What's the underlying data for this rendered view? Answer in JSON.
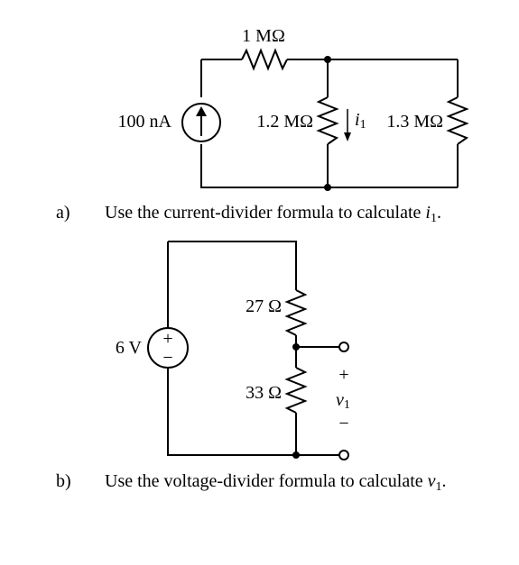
{
  "circuit_a": {
    "r_top": "1 MΩ",
    "source_label": "100 nA",
    "r_mid": "1.2 MΩ",
    "current_var": "i",
    "current_sub": "1",
    "r_right": "1.3 MΩ"
  },
  "label_a": "a)",
  "question_a_pre": "Use the current-divider formula to calculate ",
  "question_a_var": "i",
  "question_a_sub": "1",
  "question_a_post": ".",
  "circuit_b": {
    "r_top": "27 Ω",
    "r_bottom": "33 Ω",
    "source_label": "6 V",
    "plus": "+",
    "minus": "−",
    "v_var": "v",
    "v_sub": "1"
  },
  "label_b": "b)",
  "question_b_pre": "Use the voltage-divider formula to calculate ",
  "question_b_var": "v",
  "question_b_sub": "1",
  "question_b_post": "."
}
